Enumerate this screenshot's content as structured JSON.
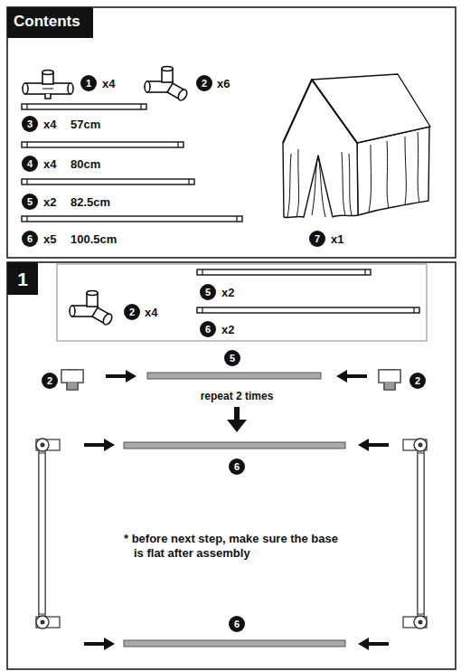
{
  "diagram": {
    "title": "Contents",
    "labels": [
      "1",
      "x4",
      "2",
      "x6",
      "3",
      "x4",
      "57cm",
      "4",
      "x4",
      "80cm",
      "5",
      "x2",
      "82.5cm",
      "6",
      "x5",
      "100.5cm",
      "7",
      "x1",
      "1",
      "2",
      "x4",
      "5",
      "x2",
      "6",
      "x2",
      "5",
      "2",
      "2",
      "repeat 2 times",
      "6",
      "* before next step, make sure the base is flat after assembly",
      "6"
    ]
  }
}
